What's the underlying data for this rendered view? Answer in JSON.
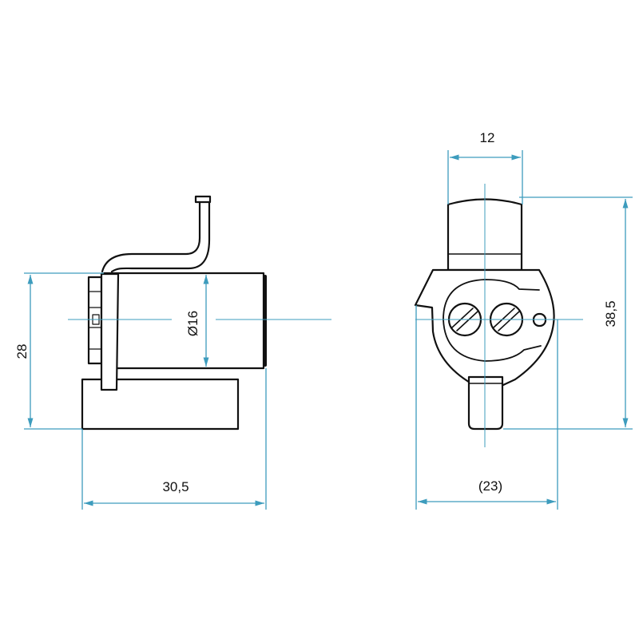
{
  "drawing": {
    "side_view": {
      "dim_height": "28",
      "dim_diameter": "Ø16",
      "dim_length": "30,5"
    },
    "front_view": {
      "dim_width_top": "12",
      "dim_height": "38,5",
      "dim_width_overall": "(23)"
    },
    "colors": {
      "dimension": "#3d9cbd",
      "outline": "#111111"
    }
  }
}
